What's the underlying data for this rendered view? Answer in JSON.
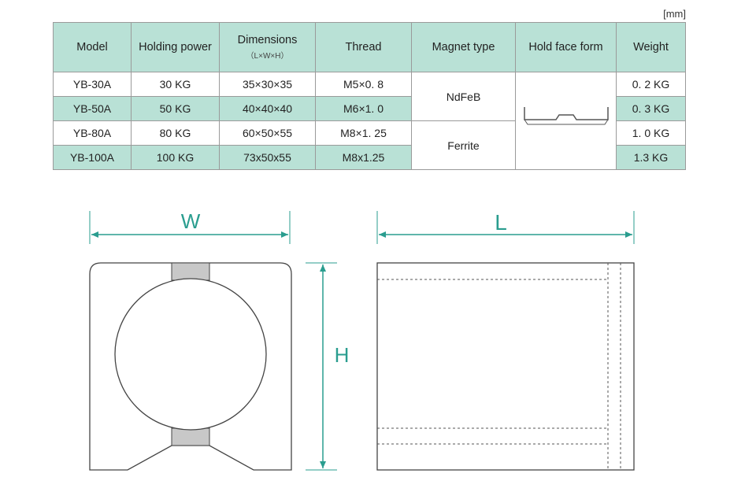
{
  "unit_note": "[mm]",
  "table": {
    "headers": {
      "model": "Model",
      "holding_power": "Holding power",
      "dimensions": "Dimensions",
      "dimensions_sub": "（L×W×H）",
      "thread": "Thread",
      "magnet_type": "Magnet type",
      "hold_face_form": "Hold face form",
      "weight": "Weight"
    },
    "rows": [
      {
        "model": "YB-30A",
        "holding_power": "30 KG",
        "dimensions": "35×30×35",
        "thread": "M5×0. 8",
        "weight": "0. 2 KG"
      },
      {
        "model": "YB-50A",
        "holding_power": "50 KG",
        "dimensions": "40×40×40",
        "thread": "M6×1. 0",
        "weight": "0. 3 KG"
      },
      {
        "model": "YB-80A",
        "holding_power": "80 KG",
        "dimensions": "60×50×55",
        "thread": "M8×1. 25",
        "weight": "1. 0 KG"
      },
      {
        "model": "YB-100A",
        "holding_power": "100 KG",
        "dimensions": "73x50x55",
        "thread": "M8x1.25",
        "weight": "1.3 KG"
      }
    ],
    "magnet_groups": [
      "NdFeB",
      "Ferrite"
    ]
  },
  "drawing": {
    "width_label": "W",
    "length_label": "L",
    "height_label": "H",
    "accent_color": "#2a9d8f",
    "insert_color": "#c8c8c8"
  }
}
